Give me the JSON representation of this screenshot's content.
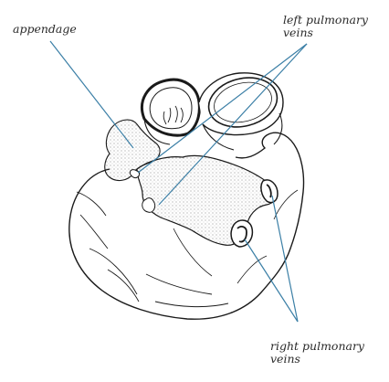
{
  "labels": {
    "appendage": "appendage",
    "left_pulmonary_veins": "left pulmonary\nveins",
    "right_pulmonary_veins": "right pulmonary\nveins"
  },
  "colors": {
    "ink": "#1a1a1a",
    "leader": "#3b7fa6",
    "background": "#ffffff"
  }
}
